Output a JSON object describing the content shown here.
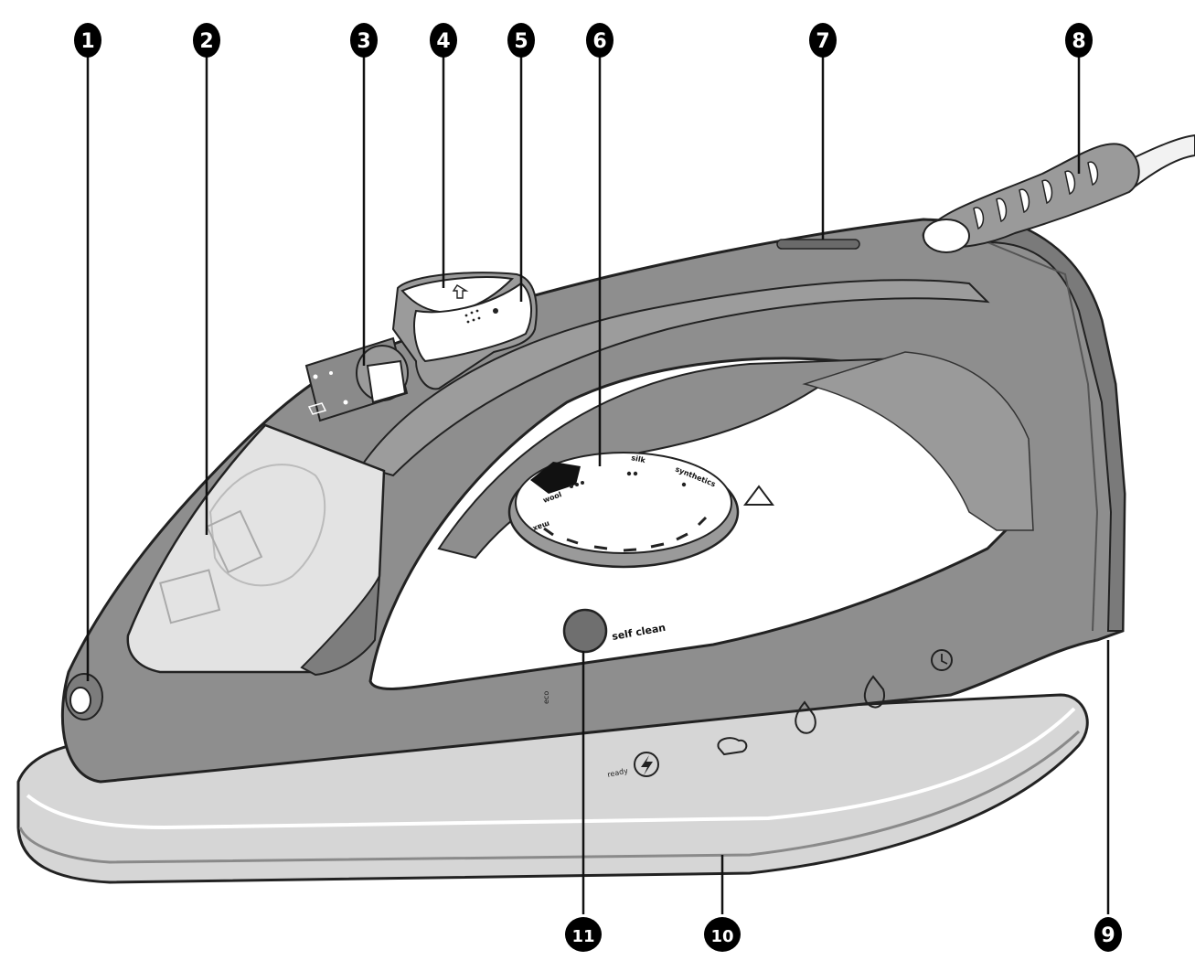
{
  "callouts": [
    {
      "id": "1",
      "label": "1"
    },
    {
      "id": "2",
      "label": "2"
    },
    {
      "id": "3",
      "label": "3"
    },
    {
      "id": "4",
      "label": "4"
    },
    {
      "id": "5",
      "label": "5"
    },
    {
      "id": "6",
      "label": "6"
    },
    {
      "id": "7",
      "label": "7"
    },
    {
      "id": "8",
      "label": "8"
    },
    {
      "id": "9",
      "label": "9"
    },
    {
      "id": "10",
      "label": "10"
    },
    {
      "id": "11",
      "label": "11"
    }
  ],
  "button_labels": {
    "self_clean": "self clean",
    "dial_silk": "silk",
    "dial_synthetics": "synthetics",
    "dial_wool": "wool",
    "dial_max": "max"
  },
  "indicators": {
    "ready": "ready",
    "eco": "eco"
  },
  "colors": {
    "body": "#8e8e8e",
    "body_dark": "#6f6f6f",
    "body_light": "#a3a3a3",
    "handle_inner": "#ffffff",
    "soleplate": "#d6d6d6",
    "soleplate_edge": "#bdbdbd",
    "tank": "#e6e6e6",
    "callout_bg": "#000000",
    "outline": "#222222"
  }
}
